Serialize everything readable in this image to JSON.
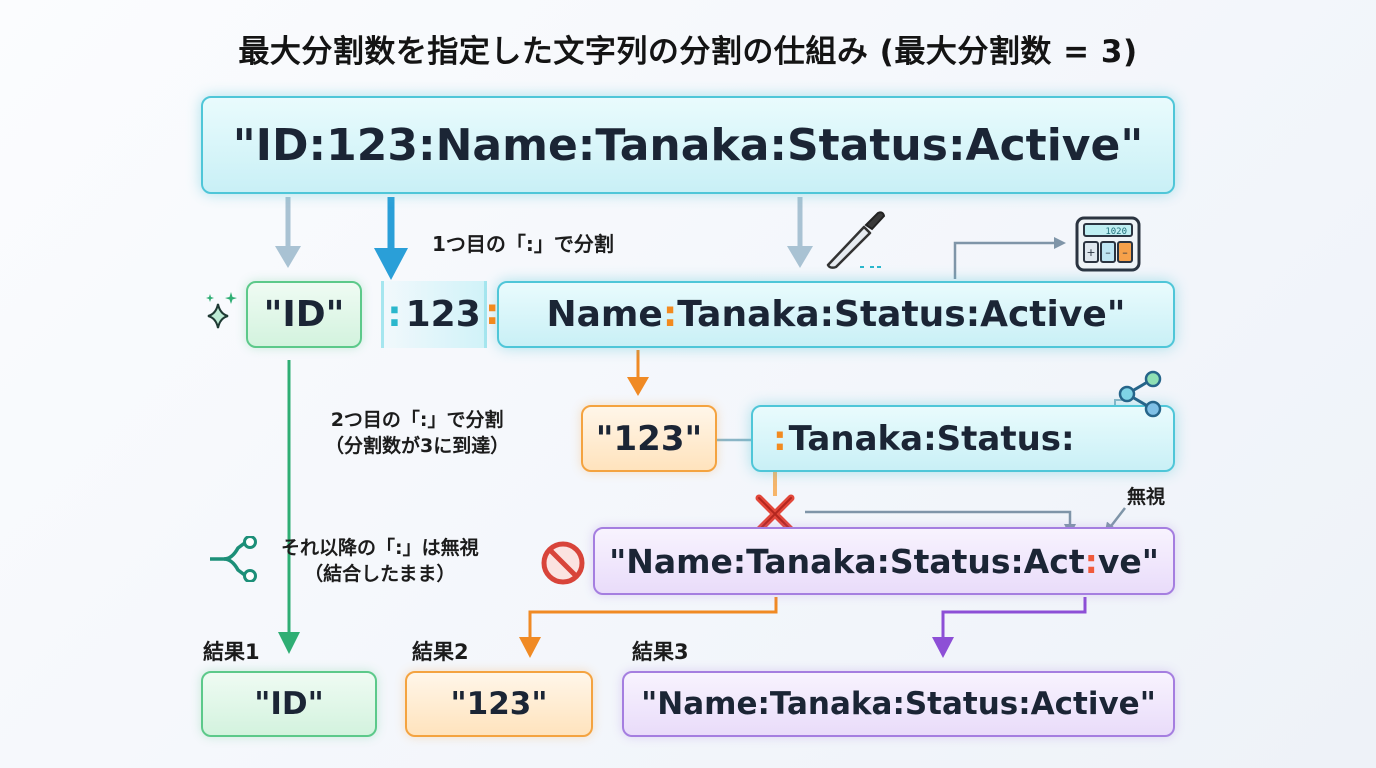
{
  "title": "最大分割数を指定した文字列の分割の仕組み (最大分割数 = 3)",
  "source_string": "\"ID:123:Name:Tanaka:Status:Active\"",
  "step1": {
    "label": "1つ目の「:」で分割",
    "part_id": "\"ID\"",
    "colon": ":",
    "part_mid": "123",
    "rest_name": "Name",
    "rest_tail": "Tanaka:Status:Active\""
  },
  "step2": {
    "label_line1": "2つ目の「:」で分割",
    "label_line2": "（分割数が3に到達）",
    "part_123": "\"123\"",
    "rest_colon": ":",
    "rest_text": "Tanaka:Status:"
  },
  "step3": {
    "label_line1": "それ以降の「:」は無視",
    "label_line2": "（結合したまま）",
    "ignore_label": "無視",
    "rest_a": "\"Name:Tanaka:Status:Act",
    "rest_colon": ":",
    "rest_b": "ve\""
  },
  "results": [
    {
      "label": "結果1",
      "value": "\"ID\""
    },
    {
      "label": "結果2",
      "value": "\"123\""
    },
    {
      "label": "結果3",
      "value": "\"Name:Tanaka:Status:Active\""
    }
  ],
  "calculator_display": "1020",
  "colors": {
    "cyan": "#4fc6d8",
    "green": "#2fae74",
    "orange": "#f08a24",
    "purple": "#8d4fd6",
    "blue_arrow": "#2a9fd8",
    "gray_arrow": "#9db7c9"
  },
  "icons": [
    "knife-icon",
    "calculator-icon",
    "share-icon",
    "branch-icon",
    "sparkle-icon",
    "cross-icon",
    "prohibited-icon"
  ]
}
